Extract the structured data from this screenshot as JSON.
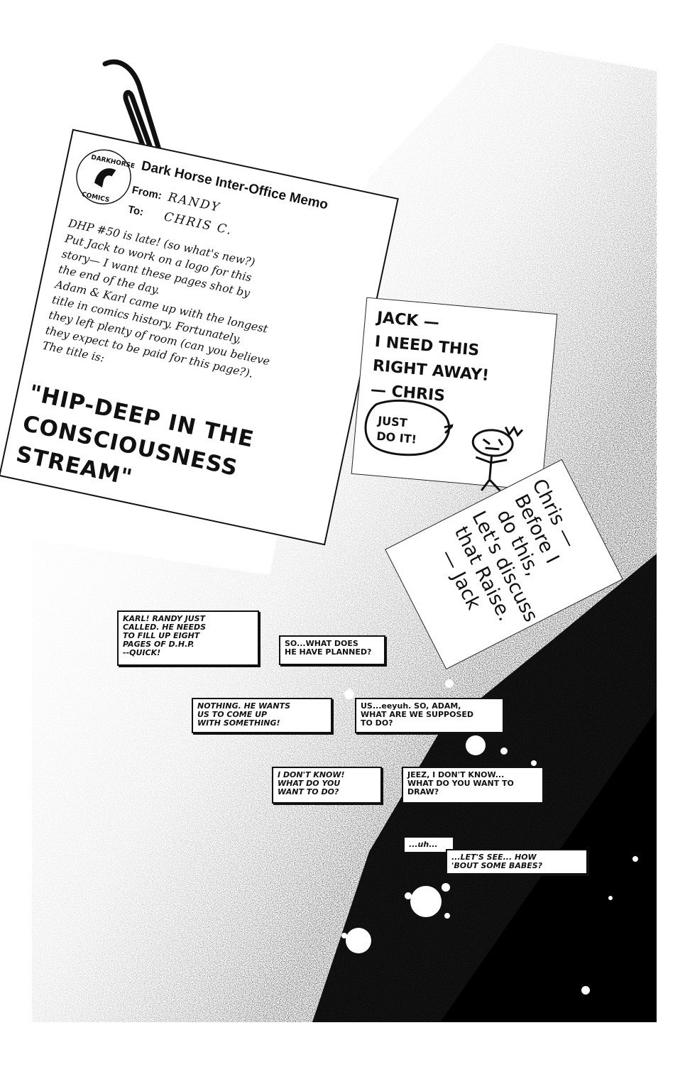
{
  "memo": {
    "logo_text": "DARK HORSE COMICS",
    "title": "Dark Horse Inter-Office Memo",
    "from_label": "From:",
    "from_value": "RANDY",
    "to_label": "To:",
    "to_value": "CHRIS C.",
    "body": "DHP #50 is late! (so what's new?)\nPut Jack to work on a logo for this\nstory— I want these pages shot by\nthe end of the day.\nAdam & Karl came up with the longest\ntitle in comics history. Fortunately,\nthey left plenty of room (can you believe\nthey expect to be paid for this page?).\nThe title is:",
    "headline": "\"HIP-DEEP IN THE\nCONSCIOUSNESS\nSTREAM\""
  },
  "note_chris": {
    "text": "JACK —\nI NEED THIS\nRIGHT AWAY!\n— CHRIS",
    "bubble": "JUST\nDO IT!"
  },
  "note_jack": {
    "lines": [
      "Chris —",
      "Before I",
      "do this,",
      "Let's discuss",
      "that Raise.",
      "— Jack"
    ]
  },
  "captions": [
    {
      "text": "KARL! RANDY JUST\nCALLED. HE NEEDS\nTO FILL UP EIGHT\nPAGES OF D.H.P.\n--QUICK!",
      "style": "italic"
    },
    {
      "text": "SO...WHAT DOES\nHE HAVE PLANNED?",
      "style": "upright"
    },
    {
      "text": "NOTHING. HE WANTS\nUS TO COME UP\nWITH SOMETHING!",
      "style": "italic"
    },
    {
      "text": "US...eeyuh. SO, ADAM,\nWHAT ARE WE SUPPOSED\nTO DO?",
      "style": "plain"
    },
    {
      "text": "I DON'T KNOW!\nWHAT DO YOU\nWANT TO DO?",
      "style": "italic"
    },
    {
      "text": "JEEZ, I DON'T KNOW...\nWHAT DO YOU WANT TO\nDRAW?",
      "style": "upright"
    },
    {
      "text": "...uh...",
      "style": "plain"
    },
    {
      "text": "...LET'S SEE... HOW\n'BOUT SOME BABES?",
      "style": "italic"
    }
  ]
}
